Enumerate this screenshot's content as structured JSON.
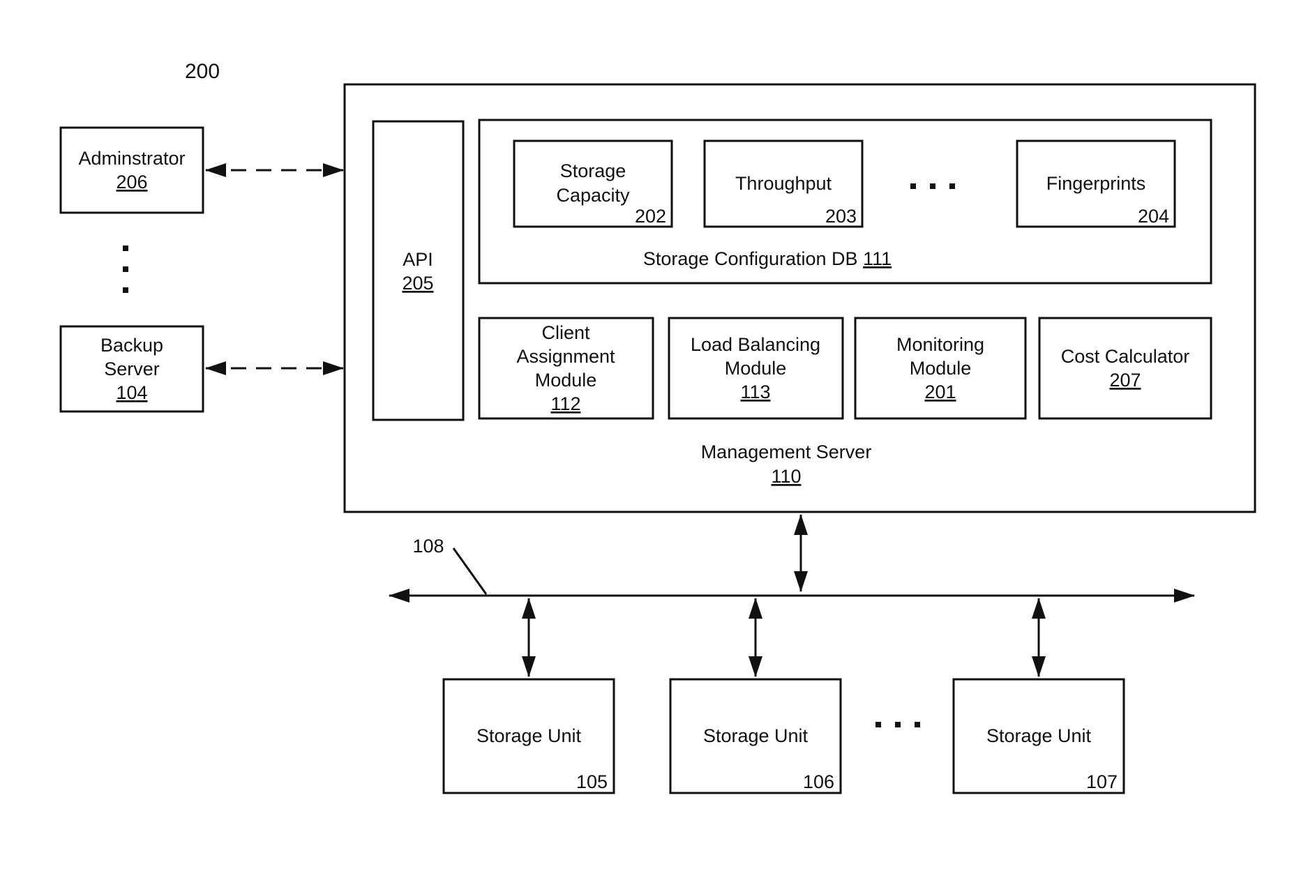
{
  "figure_number": "200",
  "administrator": {
    "name": "Adminstrator",
    "ref": "206"
  },
  "backup_server": {
    "name_line1": "Backup",
    "name_line2": "Server",
    "ref": "104"
  },
  "management_server": {
    "name": "Management Server",
    "ref": "110",
    "api": {
      "name": "API",
      "ref": "205"
    },
    "storage_config_db": {
      "name": "Storage Configuration DB",
      "ref": "111",
      "items": [
        {
          "line1": "Storage",
          "line2": "Capacity",
          "ref": "202"
        },
        {
          "line1": "Throughput",
          "ref": "203"
        },
        {
          "line1": "Fingerprints",
          "ref": "204"
        }
      ]
    },
    "modules": [
      {
        "line1": "Client",
        "line2": "Assignment",
        "line3": "Module",
        "ref": "112"
      },
      {
        "line1": "Load Balancing",
        "line2": "Module",
        "ref": "113"
      },
      {
        "line1": "Monitoring",
        "line2": "Module",
        "ref": "201"
      },
      {
        "line1": "Cost Calculator",
        "ref": "207"
      }
    ]
  },
  "network": {
    "ref": "108"
  },
  "storage_units": [
    {
      "name": "Storage Unit",
      "ref": "105"
    },
    {
      "name": "Storage Unit",
      "ref": "106"
    },
    {
      "name": "Storage Unit",
      "ref": "107"
    }
  ]
}
